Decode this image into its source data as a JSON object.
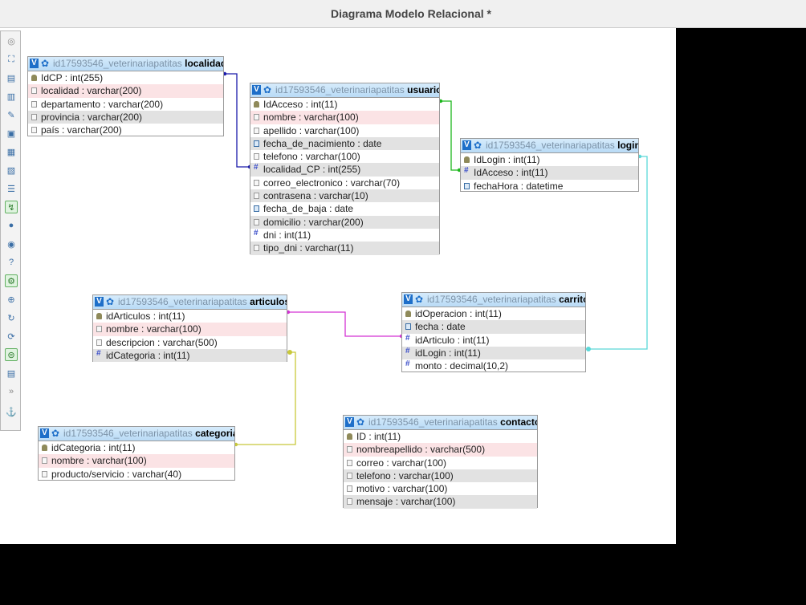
{
  "window": {
    "title": "Diagrama Modelo Relacional *"
  },
  "toolbar_icons": [
    "toggle-icon",
    "fit-icon",
    "add-table-icon",
    "export-icon",
    "edit-icon",
    "save-icon",
    "load-icon",
    "delete-icon",
    "list-icon",
    "line-icon",
    "help-icon",
    "info-icon",
    "question-icon",
    "settings-icon",
    "globe-icon",
    "refresh-icon",
    "sync-icon",
    "green-panel-icon",
    "pdf-icon",
    "collapse-icon",
    "anchor-icon"
  ],
  "colors": {
    "link_localidad": "#1a1aaa",
    "link_login": "#1cb61c",
    "link_carrito": "#5ad8d8",
    "link_articulos": "#d433d4",
    "link_categoria": "#c8c83a"
  },
  "tables": [
    {
      "id": "localidad",
      "schema": "id17593546_veterinariapatitas",
      "name": "localidad",
      "columns": [
        {
          "text": "IdCP : int(255)",
          "icon": "key",
          "shade": ""
        },
        {
          "text": "localidad : varchar(200)",
          "icon": "str",
          "shade": "pink"
        },
        {
          "text": "departamento : varchar(200)",
          "icon": "str",
          "shade": ""
        },
        {
          "text": "provincia : varchar(200)",
          "icon": "str",
          "shade": "grey"
        },
        {
          "text": "país : varchar(200)",
          "icon": "str",
          "shade": ""
        }
      ]
    },
    {
      "id": "usuario",
      "schema": "id17593546_veterinariapatitas",
      "name": "usuario",
      "columns": [
        {
          "text": "IdAcceso : int(11)",
          "icon": "key",
          "shade": ""
        },
        {
          "text": "nombre : varchar(100)",
          "icon": "str",
          "shade": "pink"
        },
        {
          "text": "apellido : varchar(100)",
          "icon": "str",
          "shade": ""
        },
        {
          "text": "fecha_de_nacimiento : date",
          "icon": "date",
          "shade": "grey"
        },
        {
          "text": "telefono : varchar(100)",
          "icon": "str",
          "shade": ""
        },
        {
          "text": "localidad_CP : int(255)",
          "icon": "num",
          "shade": "grey"
        },
        {
          "text": "correo_electronico : varchar(70)",
          "icon": "str",
          "shade": ""
        },
        {
          "text": "contrasena : varchar(10)",
          "icon": "str",
          "shade": "grey"
        },
        {
          "text": "fecha_de_baja : date",
          "icon": "date",
          "shade": ""
        },
        {
          "text": "domicilio : varchar(200)",
          "icon": "str",
          "shade": "grey"
        },
        {
          "text": "dni : int(11)",
          "icon": "num",
          "shade": ""
        },
        {
          "text": "tipo_dni : varchar(11)",
          "icon": "str",
          "shade": "grey"
        }
      ]
    },
    {
      "id": "login",
      "schema": "id17593546_veterinariapatitas",
      "name": "login",
      "columns": [
        {
          "text": "IdLogin : int(11)",
          "icon": "key",
          "shade": ""
        },
        {
          "text": "IdAcceso : int(11)",
          "icon": "num",
          "shade": "grey"
        },
        {
          "text": "fechaHora : datetime",
          "icon": "date",
          "shade": ""
        }
      ]
    },
    {
      "id": "articulos",
      "schema": "id17593546_veterinariapatitas",
      "name": "articulos",
      "columns": [
        {
          "text": "idArticulos : int(11)",
          "icon": "key",
          "shade": ""
        },
        {
          "text": "nombre : varchar(100)",
          "icon": "str",
          "shade": "pink"
        },
        {
          "text": "descripcion : varchar(500)",
          "icon": "str",
          "shade": ""
        },
        {
          "text": "idCategoria : int(11)",
          "icon": "num",
          "shade": "grey"
        }
      ]
    },
    {
      "id": "carrito",
      "schema": "id17593546_veterinariapatitas",
      "name": "carrito",
      "columns": [
        {
          "text": "idOperacion : int(11)",
          "icon": "key",
          "shade": ""
        },
        {
          "text": "fecha : date",
          "icon": "date",
          "shade": "grey"
        },
        {
          "text": "idArticulo : int(11)",
          "icon": "num",
          "shade": ""
        },
        {
          "text": "idLogin : int(11)",
          "icon": "num",
          "shade": "grey"
        },
        {
          "text": "monto : decimal(10,2)",
          "icon": "num",
          "shade": ""
        }
      ]
    },
    {
      "id": "categoria",
      "schema": "id17593546_veterinariapatitas",
      "name": "categoria",
      "columns": [
        {
          "text": "idCategoria : int(11)",
          "icon": "key",
          "shade": ""
        },
        {
          "text": "nombre : varchar(100)",
          "icon": "str",
          "shade": "pink"
        },
        {
          "text": "producto/servicio : varchar(40)",
          "icon": "str",
          "shade": ""
        }
      ]
    },
    {
      "id": "contacto",
      "schema": "id17593546_veterinariapatitas",
      "name": "contacto",
      "columns": [
        {
          "text": "ID : int(11)",
          "icon": "key",
          "shade": ""
        },
        {
          "text": "nombreapellido : varchar(500)",
          "icon": "str",
          "shade": "pink"
        },
        {
          "text": "correo : varchar(100)",
          "icon": "str",
          "shade": ""
        },
        {
          "text": "telefono : varchar(100)",
          "icon": "str",
          "shade": "grey"
        },
        {
          "text": "motivo : varchar(100)",
          "icon": "str",
          "shade": ""
        },
        {
          "text": "mensaje : varchar(100)",
          "icon": "str",
          "shade": "grey"
        }
      ]
    }
  ]
}
